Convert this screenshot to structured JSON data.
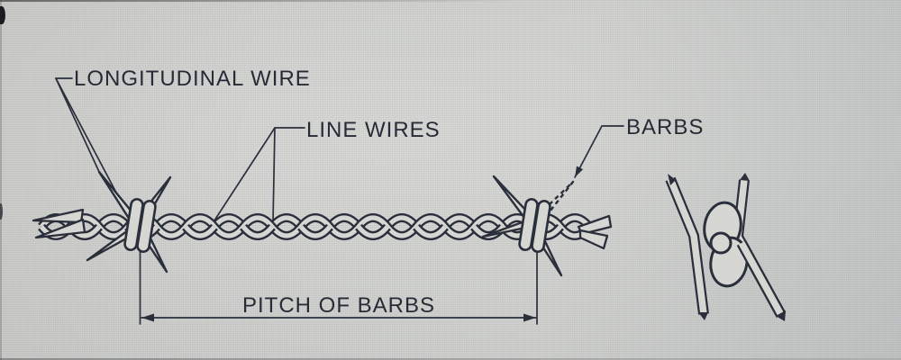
{
  "image": {
    "kind": "photograph of a technical line diagram",
    "colors": {
      "paper": "#d2d3cf",
      "ink": "#2a2f3b"
    }
  },
  "diagram": {
    "labels": {
      "longitudinal_wire": "LONGITUDINAL WIRE",
      "line_wires": "LINE WIRES",
      "barbs": "BARBS",
      "pitch_of_barbs": "PITCH OF BARBS"
    }
  }
}
